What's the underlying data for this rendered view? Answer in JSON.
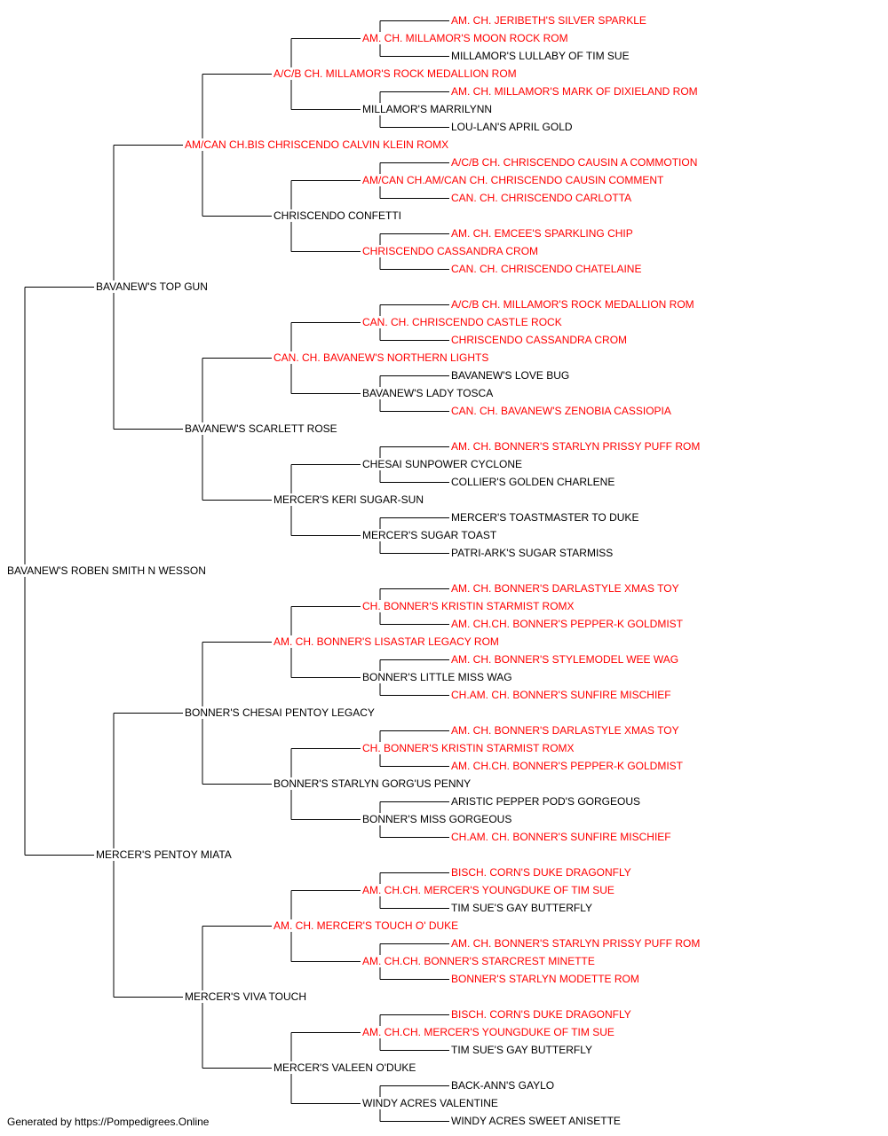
{
  "colors": {
    "champion": "#ff0000",
    "regular": "#000000",
    "line": "#000000"
  },
  "tree": {
    "name": "BAVANEW'S ROBEN SMITH N WESSON",
    "champion": false,
    "sire": {
      "name": "BAVANEW'S TOP GUN",
      "champion": false,
      "sire": {
        "name": "AM/CAN CH.BIS CHRISCENDO CALVIN KLEIN ROMX",
        "champion": true,
        "sire": {
          "name": "A/C/B CH. MILLAMOR'S ROCK MEDALLION ROM",
          "champion": true,
          "sire": {
            "name": "AM. CH. MILLAMOR'S MOON ROCK ROM",
            "champion": true,
            "sire": {
              "name": "AM. CH. JERIBETH'S SILVER SPARKLE",
              "champion": true
            },
            "dam": {
              "name": "MILLAMOR'S LULLABY OF TIM SUE",
              "champion": false
            }
          },
          "dam": {
            "name": "MILLAMOR'S MARRILYNN",
            "champion": false,
            "sire": {
              "name": "AM. CH. MILLAMOR'S MARK OF DIXIELAND ROM",
              "champion": true
            },
            "dam": {
              "name": "LOU-LAN'S APRIL GOLD",
              "champion": false
            }
          }
        },
        "dam": {
          "name": "CHRISCENDO CONFETTI",
          "champion": false,
          "sire": {
            "name": "AM/CAN CH.AM/CAN CH. CHRISCENDO CAUSIN COMMENT",
            "champion": true,
            "sire": {
              "name": "A/C/B CH. CHRISCENDO CAUSIN A COMMOTION",
              "champion": true
            },
            "dam": {
              "name": "CAN. CH. CHRISCENDO CARLOTTA",
              "champion": true
            }
          },
          "dam": {
            "name": "CHRISCENDO CASSANDRA CROM",
            "champion": true,
            "sire": {
              "name": "AM. CH. EMCEE'S SPARKLING CHIP",
              "champion": true
            },
            "dam": {
              "name": "CAN. CH. CHRISCENDO CHATELAINE",
              "champion": true
            }
          }
        }
      },
      "dam": {
        "name": "BAVANEW'S SCARLETT ROSE",
        "champion": false,
        "sire": {
          "name": "CAN. CH. BAVANEW'S NORTHERN LIGHTS",
          "champion": true,
          "sire": {
            "name": "CAN. CH. CHRISCENDO CASTLE ROCK",
            "champion": true,
            "sire": {
              "name": "A/C/B CH. MILLAMOR'S ROCK MEDALLION ROM",
              "champion": true
            },
            "dam": {
              "name": "CHRISCENDO CASSANDRA CROM",
              "champion": true
            }
          },
          "dam": {
            "name": "BAVANEW'S LADY TOSCA",
            "champion": false,
            "sire": {
              "name": "BAVANEW'S LOVE BUG",
              "champion": false
            },
            "dam": {
              "name": "CAN. CH. BAVANEW'S ZENOBIA CASSIOPIA",
              "champion": true
            }
          }
        },
        "dam": {
          "name": "MERCER'S KERI SUGAR-SUN",
          "champion": false,
          "sire": {
            "name": "CHESAI SUNPOWER CYCLONE",
            "champion": false,
            "sire": {
              "name": "AM. CH. BONNER'S STARLYN PRISSY PUFF ROM",
              "champion": true
            },
            "dam": {
              "name": "COLLIER'S GOLDEN CHARLENE",
              "champion": false
            }
          },
          "dam": {
            "name": "MERCER'S SUGAR TOAST",
            "champion": false,
            "sire": {
              "name": "MERCER'S TOASTMASTER TO DUKE",
              "champion": false
            },
            "dam": {
              "name": "PATRI-ARK'S SUGAR STARMISS",
              "champion": false
            }
          }
        }
      }
    },
    "dam": {
      "name": "MERCER'S PENTOY MIATA",
      "champion": false,
      "sire": {
        "name": "BONNER'S CHESAI PENTOY LEGACY",
        "champion": false,
        "sire": {
          "name": "AM. CH. BONNER'S LISASTAR LEGACY ROM",
          "champion": true,
          "sire": {
            "name": "CH. BONNER'S KRISTIN STARMIST ROMX",
            "champion": true,
            "sire": {
              "name": "AM. CH. BONNER'S DARLASTYLE XMAS TOY",
              "champion": true
            },
            "dam": {
              "name": "AM. CH.CH. BONNER'S PEPPER-K GOLDMIST",
              "champion": true
            }
          },
          "dam": {
            "name": "BONNER'S LITTLE MISS WAG",
            "champion": false,
            "sire": {
              "name": "AM. CH. BONNER'S STYLEMODEL WEE WAG",
              "champion": true
            },
            "dam": {
              "name": "CH.AM. CH. BONNER'S SUNFIRE MISCHIEF",
              "champion": true
            }
          }
        },
        "dam": {
          "name": "BONNER'S STARLYN GORG'US PENNY",
          "champion": false,
          "sire": {
            "name": "CH. BONNER'S KRISTIN STARMIST ROMX",
            "champion": true,
            "sire": {
              "name": "AM. CH. BONNER'S DARLASTYLE XMAS TOY",
              "champion": true
            },
            "dam": {
              "name": "AM. CH.CH. BONNER'S PEPPER-K GOLDMIST",
              "champion": true
            }
          },
          "dam": {
            "name": "BONNER'S MISS GORGEOUS",
            "champion": false,
            "sire": {
              "name": "ARISTIC PEPPER POD'S GORGEOUS",
              "champion": false
            },
            "dam": {
              "name": "CH.AM. CH. BONNER'S SUNFIRE MISCHIEF",
              "champion": true
            }
          }
        }
      },
      "dam": {
        "name": "MERCER'S VIVA TOUCH",
        "champion": false,
        "sire": {
          "name": "AM. CH. MERCER'S TOUCH O' DUKE",
          "champion": true,
          "sire": {
            "name": "AM. CH.CH. MERCER'S YOUNGDUKE OF TIM SUE",
            "champion": true,
            "sire": {
              "name": "BISCH. CORN'S DUKE DRAGONFLY",
              "champion": true
            },
            "dam": {
              "name": "TIM SUE'S GAY BUTTERFLY",
              "champion": false
            }
          },
          "dam": {
            "name": "AM. CH.CH. BONNER'S STARCREST MINETTE",
            "champion": true,
            "sire": {
              "name": "AM. CH. BONNER'S STARLYN PRISSY PUFF ROM",
              "champion": true
            },
            "dam": {
              "name": "BONNER'S STARLYN MODETTE ROM",
              "champion": true
            }
          }
        },
        "dam": {
          "name": "MERCER'S VALEEN O'DUKE",
          "champion": false,
          "sire": {
            "name": "AM. CH.CH. MERCER'S YOUNGDUKE OF TIM SUE",
            "champion": true,
            "sire": {
              "name": "BISCH. CORN'S DUKE DRAGONFLY",
              "champion": true
            },
            "dam": {
              "name": "TIM SUE'S GAY BUTTERFLY",
              "champion": false
            }
          },
          "dam": {
            "name": "WINDY ACRES VALENTINE",
            "champion": false,
            "sire": {
              "name": "BACK-ANN'S GAYLO",
              "champion": false
            },
            "dam": {
              "name": "WINDY ACRES SWEET ANISETTE",
              "champion": false
            }
          }
        }
      }
    }
  },
  "footer": "Generated by https://Pompedigrees.Online"
}
